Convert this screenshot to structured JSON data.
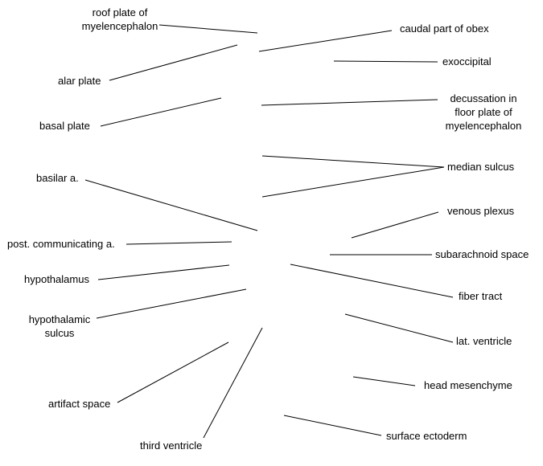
{
  "labels": {
    "roof_plate": [
      "roof plate of",
      "myelencephalon"
    ],
    "alar_plate": "alar plate",
    "basal_plate": "basal plate",
    "basilar": "basilar a.",
    "post_comm": "post. communicating a.",
    "hypothalamus": "hypothalamus",
    "hypothalamic_sulcus": [
      "hypothalamic",
      "sulcus"
    ],
    "artifact_space": "artifact space",
    "third_ventricle": "third ventricle",
    "caudal_obex": "caudal part of obex",
    "exoccipital": "exoccipital",
    "decussation": [
      "decussation in",
      "floor plate of",
      "myelencephalon"
    ],
    "median_sulcus": "median sulcus",
    "venous_plexus": "venous plexus",
    "subarachnoid": "subarachnoid space",
    "fiber_tract": "fiber tract",
    "lat_ventricle": "lat. ventricle",
    "head_mesenchyme": "head mesenchyme",
    "surface_ectoderm": "surface ectoderm"
  },
  "line_color": "#000000"
}
